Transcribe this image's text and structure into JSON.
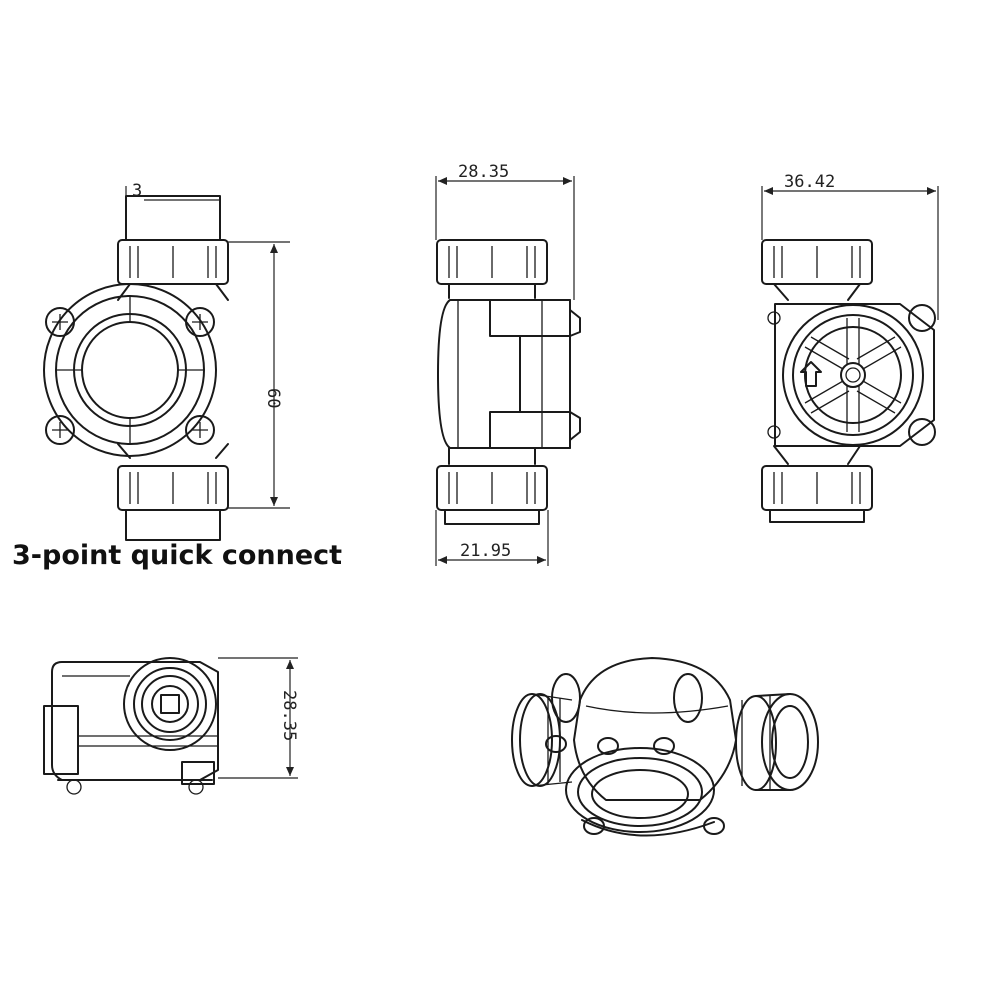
{
  "caption": "3-point quick connect",
  "dimensions": {
    "front_thread": "3",
    "front_height": "60",
    "side_top_width": "28.35",
    "side_bottom_width": "21.95",
    "back_width": "36.42",
    "bottom_height": "28.35"
  },
  "views": [
    "front-view",
    "side-view",
    "rear-view",
    "bottom-view",
    "isometric-view"
  ]
}
